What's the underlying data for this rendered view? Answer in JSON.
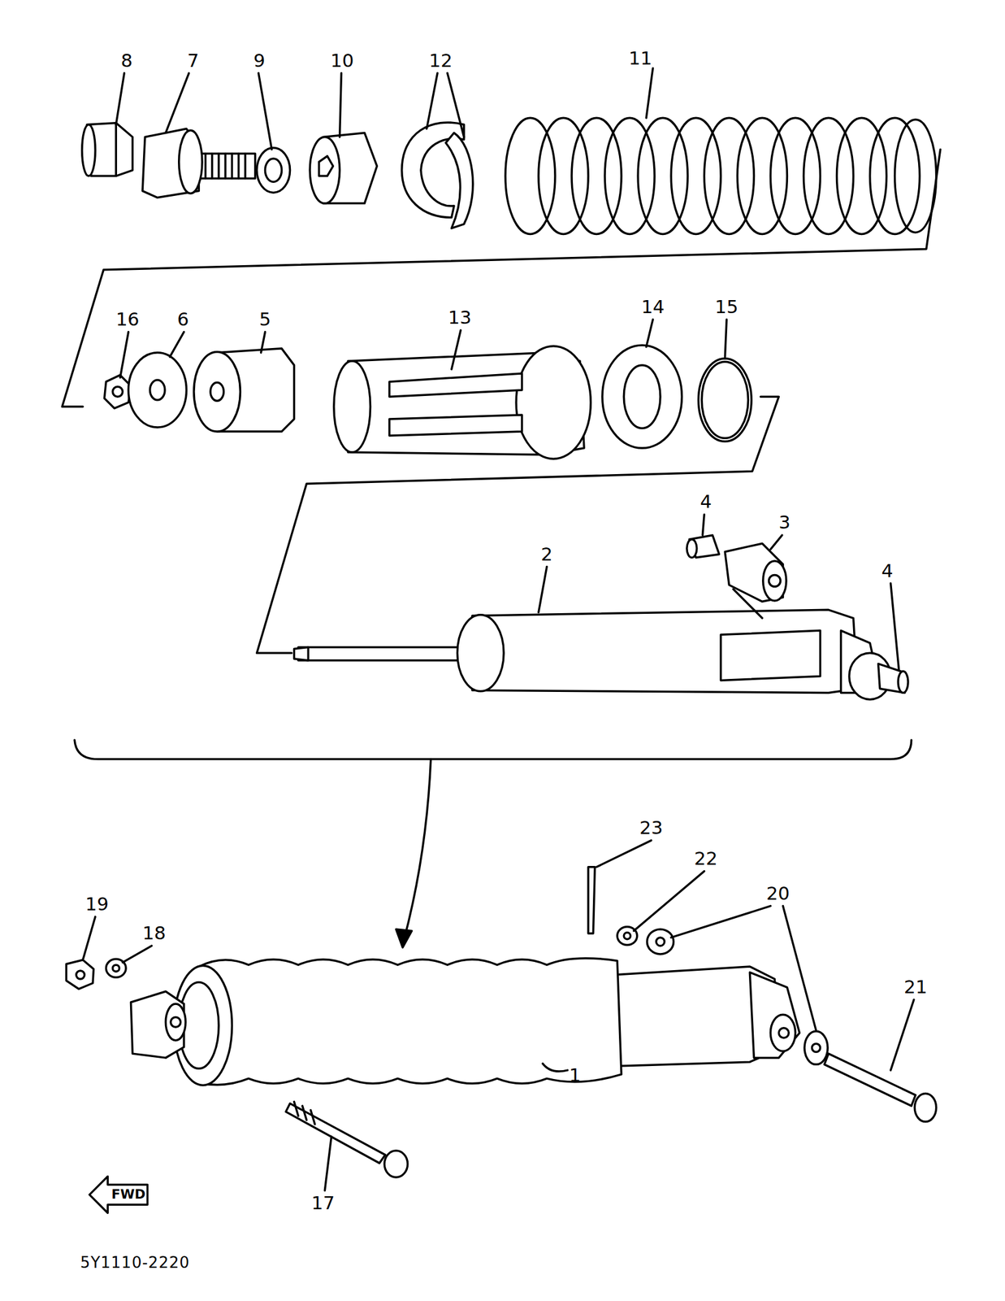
{
  "diagram": {
    "labels": [
      "8",
      "7",
      "9",
      "10",
      "12",
      "11",
      "16",
      "6",
      "5",
      "13",
      "14",
      "15",
      "4",
      "3",
      "2",
      "4",
      "23",
      "22",
      "20",
      "19",
      "18",
      "21",
      "1",
      "FWD",
      "17",
      "5Y1110-2220"
    ]
  }
}
